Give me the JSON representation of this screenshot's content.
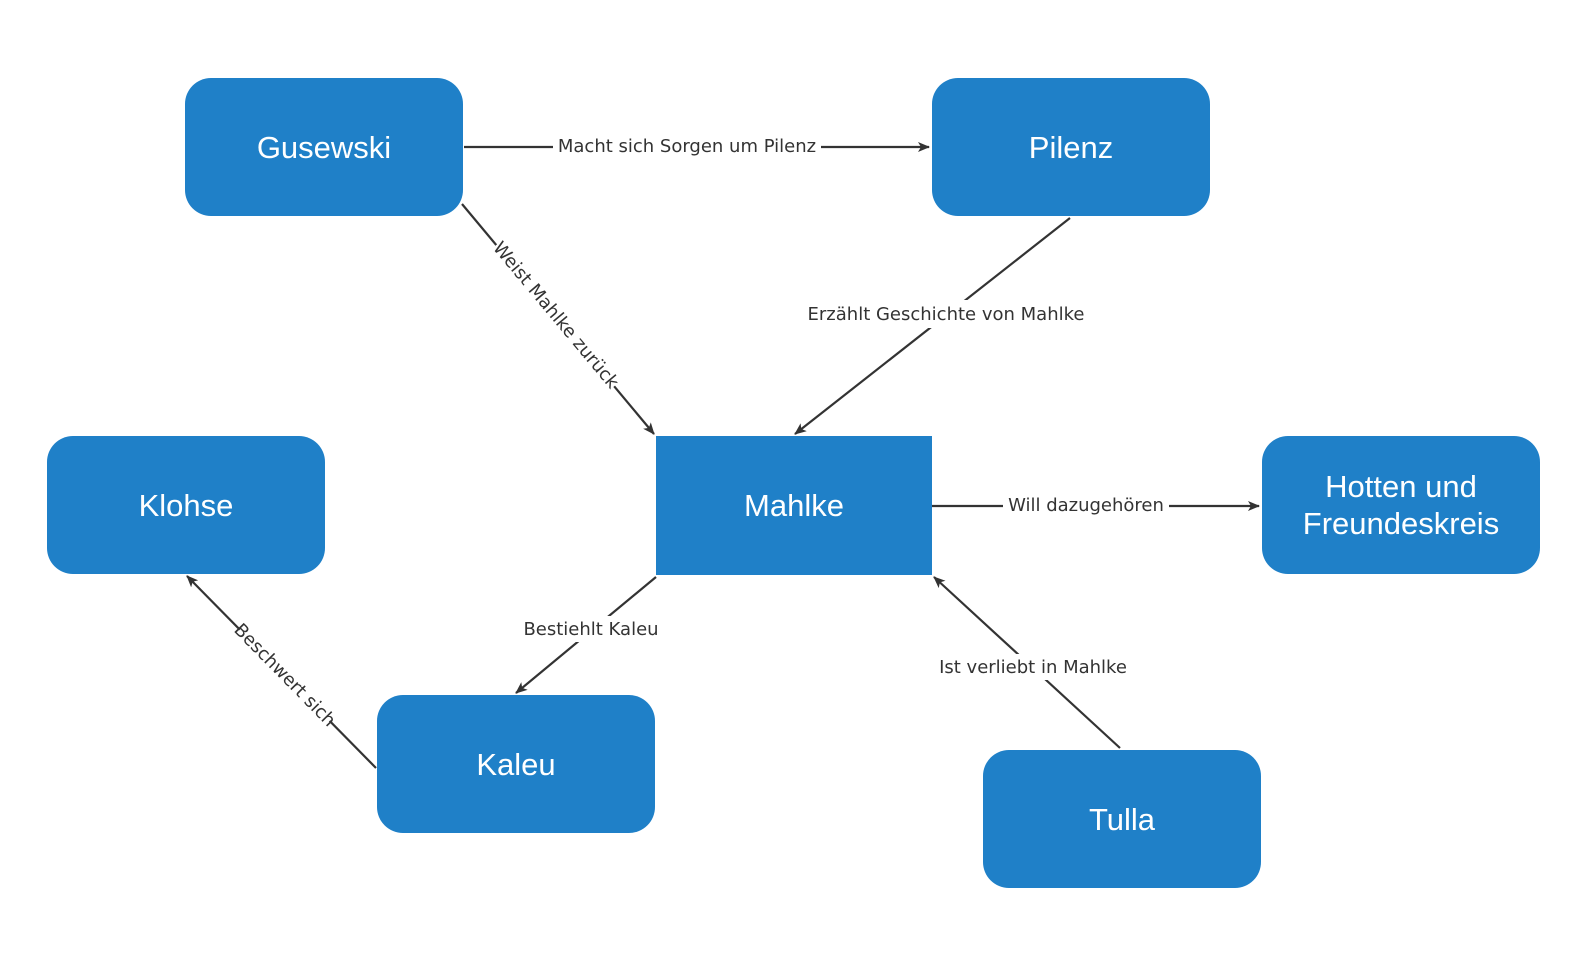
{
  "diagram": {
    "colors": {
      "node_fill": "#1f80c8",
      "node_text": "#ffffff",
      "edge": "#333333",
      "background": "#ffffff"
    },
    "nodes": {
      "gusewski": {
        "label": "Gusewski"
      },
      "pilenz": {
        "label": "Pilenz"
      },
      "mahlke": {
        "label": "Mahlke"
      },
      "klohse": {
        "label": "Klohse"
      },
      "hotten": {
        "label": "Hotten und\nFreundeskreis"
      },
      "kaleu": {
        "label": "Kaleu"
      },
      "tulla": {
        "label": "Tulla"
      }
    },
    "edges": [
      {
        "id": "gusewski-pilenz",
        "from": "Gusewski",
        "to": "Pilenz",
        "label": "Macht sich Sorgen um Pilenz"
      },
      {
        "id": "gusewski-mahlke",
        "from": "Gusewski",
        "to": "Mahlke",
        "label": "Weist Mahlke zurück"
      },
      {
        "id": "pilenz-mahlke",
        "from": "Pilenz",
        "to": "Mahlke",
        "label": "Erzählt Geschichte von Mahlke"
      },
      {
        "id": "mahlke-hotten",
        "from": "Mahlke",
        "to": "Hotten und Freundeskreis",
        "label": "Will dazugehören"
      },
      {
        "id": "mahlke-kaleu",
        "from": "Mahlke",
        "to": "Kaleu",
        "label": "Bestiehlt Kaleu"
      },
      {
        "id": "kaleu-klohse",
        "from": "Kaleu",
        "to": "Klohse",
        "label": "Beschwert sich"
      },
      {
        "id": "tulla-mahlke",
        "from": "Tulla",
        "to": "Mahlke",
        "label": "Ist verliebt in Mahlke"
      }
    ]
  }
}
